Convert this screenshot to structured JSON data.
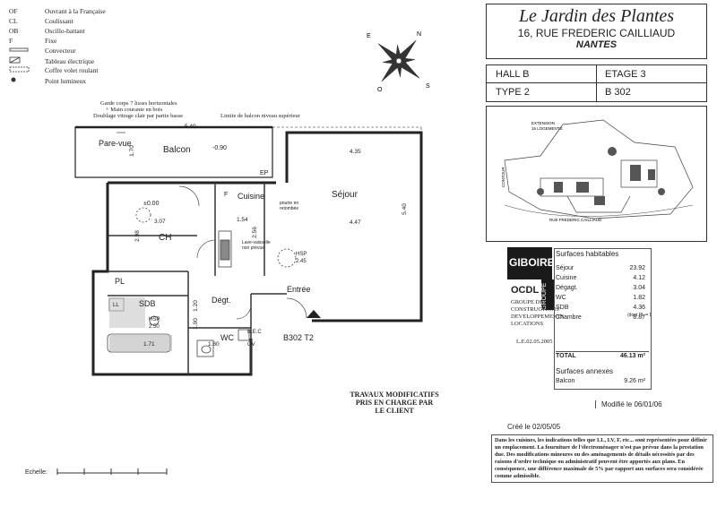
{
  "legend": [
    {
      "code": "OF",
      "label": "Ouvrant à la Française"
    },
    {
      "code": "CL",
      "label": "Coulissant"
    },
    {
      "code": "OB",
      "label": "Oscillo-battant"
    },
    {
      "code": "F",
      "label": "Fixe"
    },
    {
      "code": "",
      "label": "Convecteur"
    },
    {
      "code": "",
      "label": "Tableau électrique"
    },
    {
      "code": "",
      "label": "Coffre volet roulant"
    },
    {
      "code": "",
      "label": "Point lumineux"
    }
  ],
  "title_block": {
    "name": "Le Jardin des Plantes",
    "address": "16, RUE FREDERIC CAILLIAUD",
    "city": "NANTES",
    "hall": "HALL B",
    "floor": "ETAGE 3",
    "type": "TYPE 2",
    "lot": "B 302"
  },
  "site_plan": {
    "extension_label_1": "EXTENSION",
    "extension_label_2": "16 LOGEMENTS",
    "street": "RUE FREDERIC CAILLIAUD",
    "side": "CONTOUR"
  },
  "company": {
    "brand": "GIBOIRE",
    "brand_side": "GROUPE",
    "sub": "OCDL",
    "lines": [
      "GROUPE DE",
      "CONSTRUCTIONS",
      "DEVELOPPEMENTS",
      "LOCATIONS"
    ],
    "ref": "L.E.02.05.2005"
  },
  "surfaces": {
    "heading": "Surfaces habitables",
    "rows": [
      {
        "label": "Séjour",
        "value": "23.92"
      },
      {
        "label": "Cuisine",
        "value": "4.12"
      },
      {
        "label": "Dégagt.",
        "value": "3.04"
      },
      {
        "label": "WC",
        "value": "1.82"
      },
      {
        "label": "SDB",
        "value": "4.36"
      },
      {
        "label": "Chambre",
        "value": "8.87"
      }
    ],
    "chambre_note": "(dont PL = 1.40)",
    "total_label": "TOTAL",
    "total_value": "46.13 m²",
    "annex_heading": "Surfaces annexes",
    "annex_label": "Balcon",
    "annex_value": "9.26 m²"
  },
  "modified": "Modifié le 06/01/06",
  "created": "Créé le 02/05/05",
  "notes": "Dans les cuisines, les indications telles que LL, LV, F, etc... sont représentées pour définir un emplacement. La fourniture de l'électroménager n'est pas prévue dans la prestation due. Des modifications mineures ou des aménagements de détails nécessités par des raisons d'ordre technique ou administratif peuvent être apportés aux plans. En conséquence, une différence maximale de 5% par rapport aux surfaces sera considérée comme admissible.",
  "travaux": [
    "TRAVAUX MODIFICATIFS",
    "PRIS EN CHARGE PAR",
    "LE CLIENT"
  ],
  "scale_label": "Echelle:",
  "plan": {
    "balcony_note_1": "Garde corps 7 lisses horizontales",
    "balcony_note_2": "+ Main courante en bois",
    "balcony_note_3": "Doublage vitrage clair par partie basse",
    "balcony_note_4": "Limite de balcon niveau supérieur",
    "balcon": "Balcon",
    "balcon_level": "-0.90",
    "pare_vue": "Pare-vue",
    "ep": "EP",
    "sejour": "Séjour",
    "cuisine": "Cuisine",
    "ch": "CH",
    "pl": "PL",
    "sdb": "SDB",
    "degt": "Dégt.",
    "wc": "WC",
    "entree": "Entrée",
    "hsp1": "HSP",
    "hsp1v": "2.45",
    "hsp2": "HSP",
    "hsp2v": "2.50",
    "lot_mark": "B302 T2",
    "level_zero": "±0.00",
    "f_mark": "F",
    "d540": "5.40",
    "d435": "4.35",
    "d447": "4.47",
    "d307": "3.07",
    "d298": "2.98",
    "d540v": "5.40",
    "d170": "1.70",
    "d154": "1.54",
    "d256": "2.56",
    "d171": "1.71",
    "d180": "1.80",
    "d120": "1.20",
    "d100": "1.00",
    "lave": "Lave-vaisselle non prévue",
    "poutre": "poutre en retombée",
    "ll": "LL",
    "bec": "B.E.C",
    "gv": "GV"
  }
}
